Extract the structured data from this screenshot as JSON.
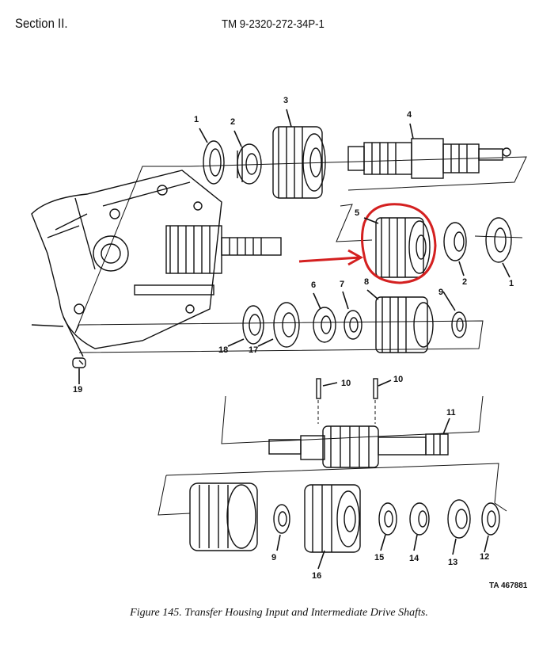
{
  "header": {
    "section": "Section II.",
    "manual": "TM 9-2320-272-34P-1"
  },
  "callouts": [
    "1",
    "2",
    "3",
    "4",
    "5",
    "2",
    "1",
    "6",
    "7",
    "8",
    "9",
    "18",
    "17",
    "19",
    "10",
    "10",
    "11",
    "9",
    "16",
    "15",
    "14",
    "13",
    "12"
  ],
  "figure_id": "TA 467881",
  "caption": "Figure 145. Transfer Housing Input and Intermediate Drive Shafts.",
  "colors": {
    "highlight": "#d42020",
    "ink": "#111111"
  }
}
